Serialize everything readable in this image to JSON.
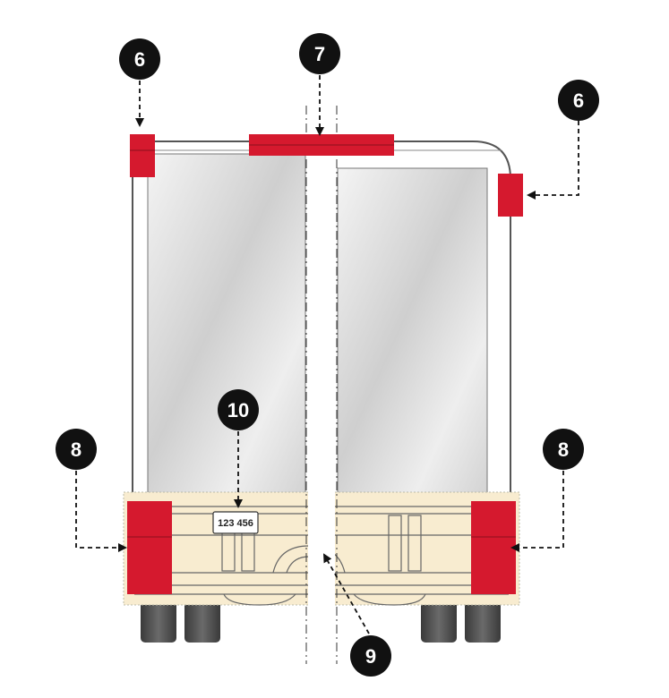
{
  "diagram": {
    "callouts": [
      {
        "id": "callout-6-left",
        "label": "6"
      },
      {
        "id": "callout-7",
        "label": "7"
      },
      {
        "id": "callout-6-right",
        "label": "6"
      },
      {
        "id": "callout-10",
        "label": "10"
      },
      {
        "id": "callout-8-left",
        "label": "8"
      },
      {
        "id": "callout-8-right",
        "label": "8"
      },
      {
        "id": "callout-9",
        "label": "9"
      }
    ],
    "plate_number": "123 456"
  },
  "colors": {
    "reflective_red": "#d5192e",
    "bumper_tint": "#f8ecd0",
    "callout_fill": "#111111",
    "outline": "#444444"
  }
}
